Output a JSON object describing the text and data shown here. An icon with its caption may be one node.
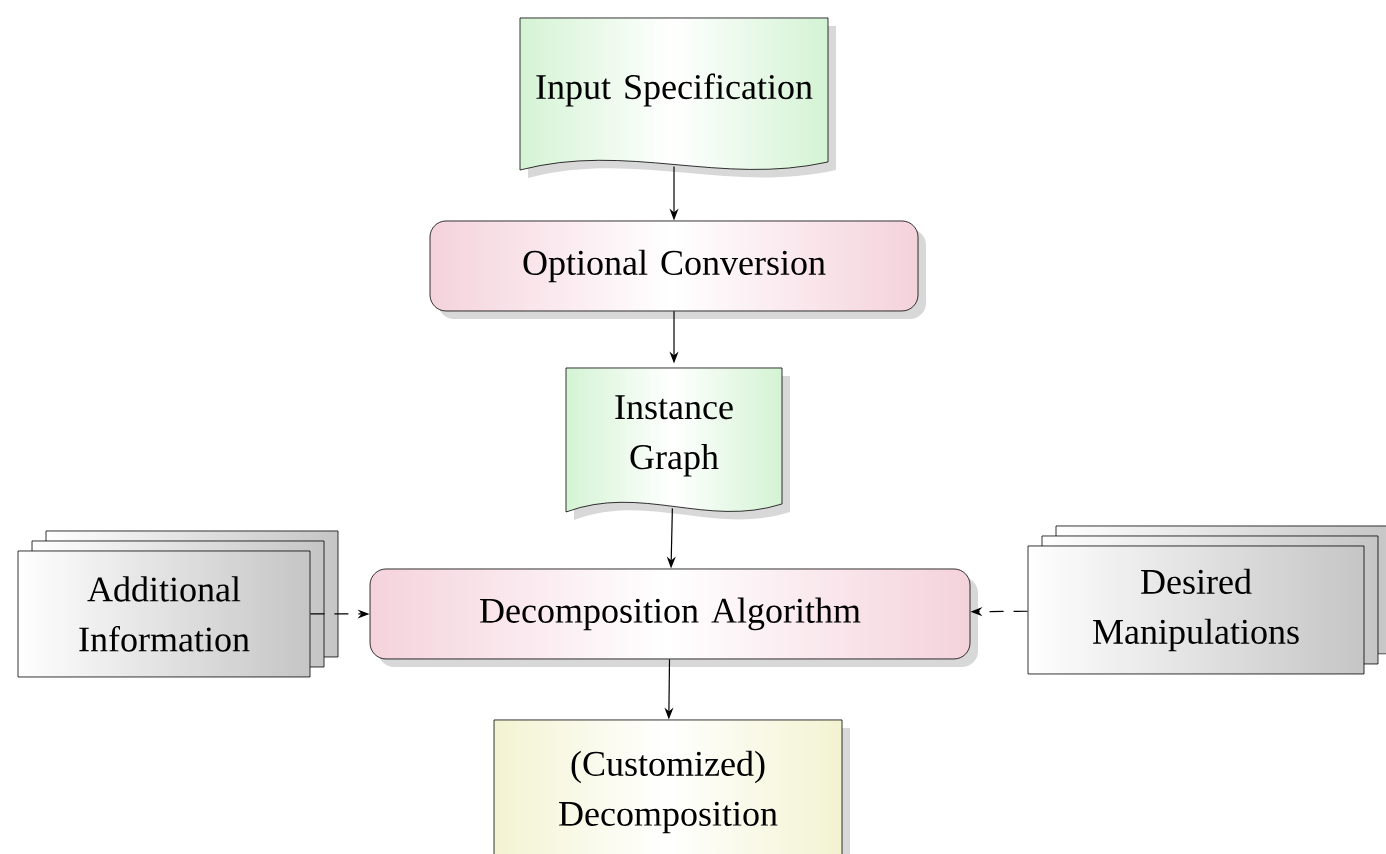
{
  "diagram": {
    "nodes": [
      {
        "text": [
          "Input Specification"
        ]
      },
      {
        "text": [
          "Optional Conversion"
        ]
      },
      {
        "text": [
          "Instance Graph"
        ]
      },
      {
        "text": [
          "Additional Information"
        ]
      },
      {
        "text": [
          "Decomposition Algorithm"
        ]
      },
      {
        "text": [
          "Desired Manipulations"
        ]
      },
      {
        "text": [
          "(Customized) Decomposition"
        ]
      }
    ],
    "edges": [
      {
        "from": 0,
        "to": 1,
        "arrow": "to"
      },
      {
        "from": 1,
        "to": 2,
        "arrow": "to"
      },
      {
        "from": 2,
        "to": 4,
        "arrow": "to"
      },
      {
        "from": 3,
        "to": 4,
        "arrow": "to",
        "style": "dashed"
      },
      {
        "from": 5,
        "to": 4,
        "arrow": "to",
        "style": "dashed"
      },
      {
        "from": 4,
        "to": 6,
        "arrow": "to"
      }
    ]
  }
}
